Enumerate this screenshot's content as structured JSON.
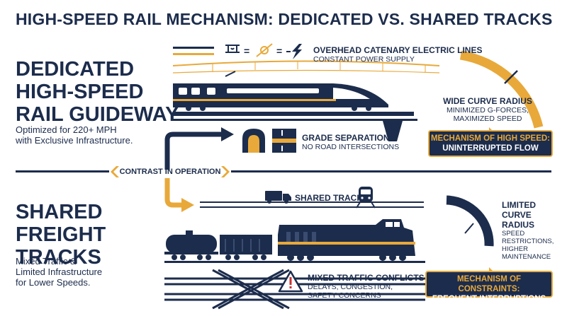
{
  "title": "HIGH-SPEED RAIL MECHANISM: DEDICATED VS. SHARED TRACKS",
  "dedicated": {
    "title_lines": [
      "DEDICATED",
      "HIGH-SPEED",
      "RAIL GUIDEWAY"
    ],
    "subtitle_lines": [
      "Optimized for 220+ MPH",
      "with Exclusive Infrastructure."
    ],
    "catenary_heading": "OVERHEAD CATENARY ELECTRIC LINES",
    "catenary_sub": "CONSTANT POWER SUPPLY",
    "curve_heading": "WIDE CURVE RADIUS",
    "curve_sub_lines": [
      "MINIMIZED G-FORCES,",
      "MAXIMIZED SPEED"
    ],
    "grade_heading": "GRADE SEPARATION",
    "grade_sub": "NO ROAD INTERSECTIONS",
    "mechanism_box": {
      "line1": "MECHANISM OF HIGH SPEED:",
      "line2": "UNINTERRUPTED FLOW"
    }
  },
  "contrast_label": "CONTRAST IN OPERATION",
  "shared": {
    "title_lines": [
      "SHARED",
      "FREIGHT",
      "TRACKS"
    ],
    "subtitle_lines": [
      "Mixed Traffic &",
      "Limited Infrastructure",
      "for Lower Speeds."
    ],
    "shared_track_label": "SHARED TRACK",
    "curve_heading_lines": [
      "LIMITED",
      "CURVE",
      "RADIUS"
    ],
    "curve_sub_lines": [
      "SPEED",
      "RESTRICTIONS,",
      "HIGHER",
      "MAINTENANCE"
    ],
    "conflicts_heading": "MIXED TRAFFIC CONFLICTS",
    "conflicts_sub_lines": [
      "DELAYS, CONGESTION,",
      "SAFETY CONCERNS"
    ],
    "mechanism_box": {
      "line1": "MECHANISM OF CONSTRAINTS:",
      "line2": "FREQUENT INTERRUPTIONS"
    }
  },
  "colors": {
    "navy": "#1c2c4c",
    "gold": "#e8a93a",
    "white": "#ffffff"
  },
  "icons": [
    "catenary-wire-icon",
    "insulator-icon",
    "lightning-icon",
    "tunnel-icon",
    "road-overpass-icon",
    "truck-icon",
    "train-front-icon",
    "warning-icon",
    "speed-gauge-icon"
  ]
}
